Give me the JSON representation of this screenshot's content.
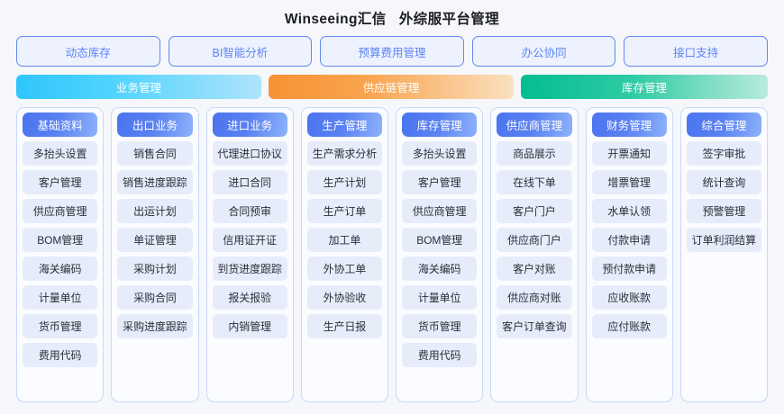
{
  "header": {
    "title": "Winseeing汇信   外综服平台管理"
  },
  "top_tabs": [
    {
      "label": "动态库存"
    },
    {
      "label": "BI智能分析"
    },
    {
      "label": "预算费用管理"
    },
    {
      "label": "办公协同"
    },
    {
      "label": "接口支持"
    }
  ],
  "category_bars": [
    {
      "label": "业务管理",
      "color": "#2fc6fb"
    },
    {
      "label": "供应链管理",
      "color": "#f89234"
    },
    {
      "label": "库存管理",
      "color": "#05bd92"
    }
  ],
  "columns": [
    {
      "title": "基础资料",
      "items": [
        "多抬头设置",
        "客户管理",
        "供应商管理",
        "BOM管理",
        "海关编码",
        "计量单位",
        "货币管理",
        "费用代码"
      ]
    },
    {
      "title": "出口业务",
      "items": [
        "销售合同",
        "销售进度跟踪",
        "出运计划",
        "单证管理",
        "采购计划",
        "采购合同",
        "采购进度跟踪"
      ]
    },
    {
      "title": "进口业务",
      "items": [
        "代理进口协议",
        "进口合同",
        "合同预审",
        "信用证开证",
        "到货进度跟踪",
        "报关报验",
        "内销管理"
      ]
    },
    {
      "title": "生产管理",
      "items": [
        "生产需求分析",
        "生产计划",
        "生产订单",
        "加工单",
        "外协工单",
        "外协验收",
        "生产日报"
      ]
    },
    {
      "title": "库存管理",
      "items": [
        "多抬头设置",
        "客户管理",
        "供应商管理",
        "BOM管理",
        "海关编码",
        "计量单位",
        "货币管理",
        "费用代码"
      ]
    },
    {
      "title": "供应商管理",
      "items": [
        "商品展示",
        "在线下单",
        "客户门户",
        "供应商门户",
        "客户对账",
        "供应商对账",
        "客户订单查询"
      ]
    },
    {
      "title": "财务管理",
      "items": [
        "开票通知",
        "增票管理",
        "水单认领",
        "付款申请",
        "预付款申请",
        "应收账款",
        "应付账款"
      ]
    },
    {
      "title": "综合管理",
      "items": [
        "签字审批",
        "统计查询",
        "预警管理",
        "订单利润结算"
      ]
    }
  ],
  "theme": {
    "background": "#f5f7fb",
    "tab_border": "#6289f2",
    "tab_text": "#5b85f5",
    "tab_fill": "#eef2fe",
    "column_border": "#c9d9fb",
    "column_header_start": "#4b74ef",
    "column_header_end": "#8db2fb",
    "item_fill": "#e7ecfb",
    "item_text": "#2b2f38"
  }
}
